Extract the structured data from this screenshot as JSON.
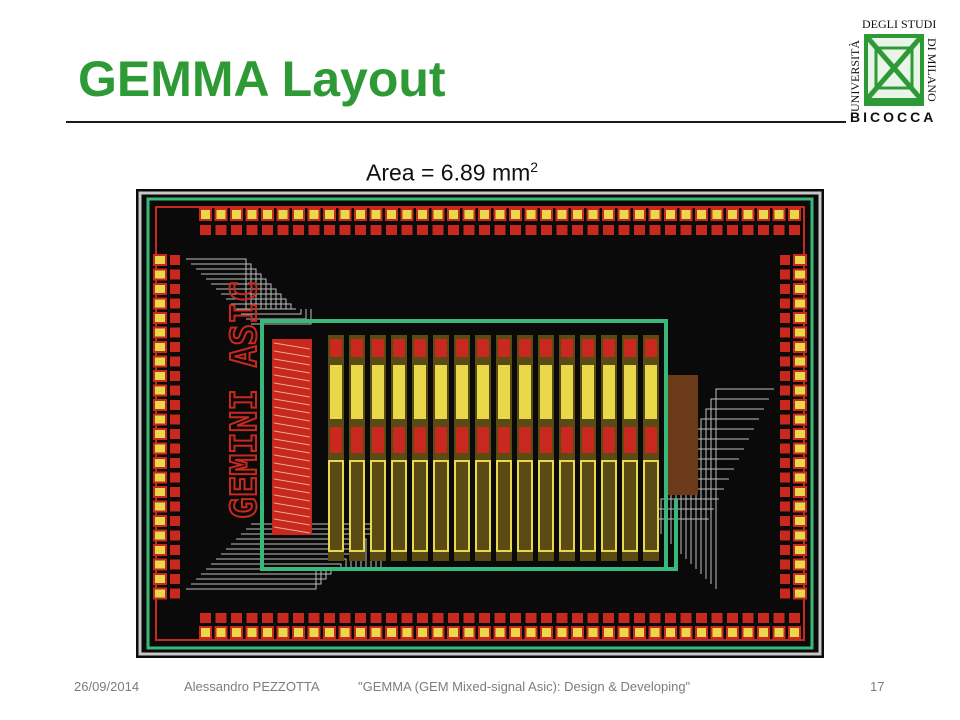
{
  "slide": {
    "title": "GEMMA Layout",
    "area_label": "Area = 6.89 mm",
    "area_exponent": "2",
    "chip_text": "GEMINI ASIC"
  },
  "logo": {
    "line_top": "DEGLI STUDI",
    "line_middle": "DI MILANO",
    "vertical": "UNIVERSITÀ",
    "bottom": "BICOCCA"
  },
  "footer": {
    "date": "26/09/2014",
    "author": "Alessandro PEZZOTTA",
    "talk": "\"GEMMA (GEM Mixed-signal Asic): Design & Developing\"",
    "page": "17"
  },
  "colors": {
    "title": "#2e9a36",
    "chip_background": "#0a0a0a",
    "pad_yellow": "#e8d84a",
    "pad_red": "#c8281e",
    "trace_green": "#3ab87a"
  }
}
